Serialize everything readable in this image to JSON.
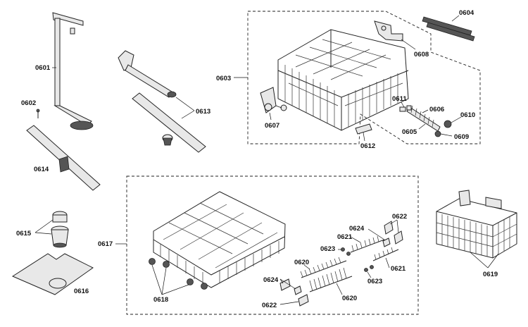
{
  "labels": {
    "p0601": "0601",
    "p0602": "0602",
    "p0603": "0603",
    "p0604": "0604",
    "p0605": "0605",
    "p0606": "0606",
    "p0607": "0607",
    "p0608": "0608",
    "p0609": "0609",
    "p0610": "0610",
    "p0611": "0611",
    "p0612": "0612",
    "p0613": "0613",
    "p0614": "0614",
    "p0615": "0615",
    "p0616": "0616",
    "p0617": "0617",
    "p0618": "0618",
    "p0619": "0619",
    "p0620a": "0620",
    "p0620b": "0620",
    "p0621a": "0621",
    "p0621b": "0621",
    "p0622a": "0622",
    "p0622b": "0622",
    "p0623a": "0623",
    "p0623b": "0623",
    "p0624a": "0624",
    "p0624b": "0624"
  }
}
